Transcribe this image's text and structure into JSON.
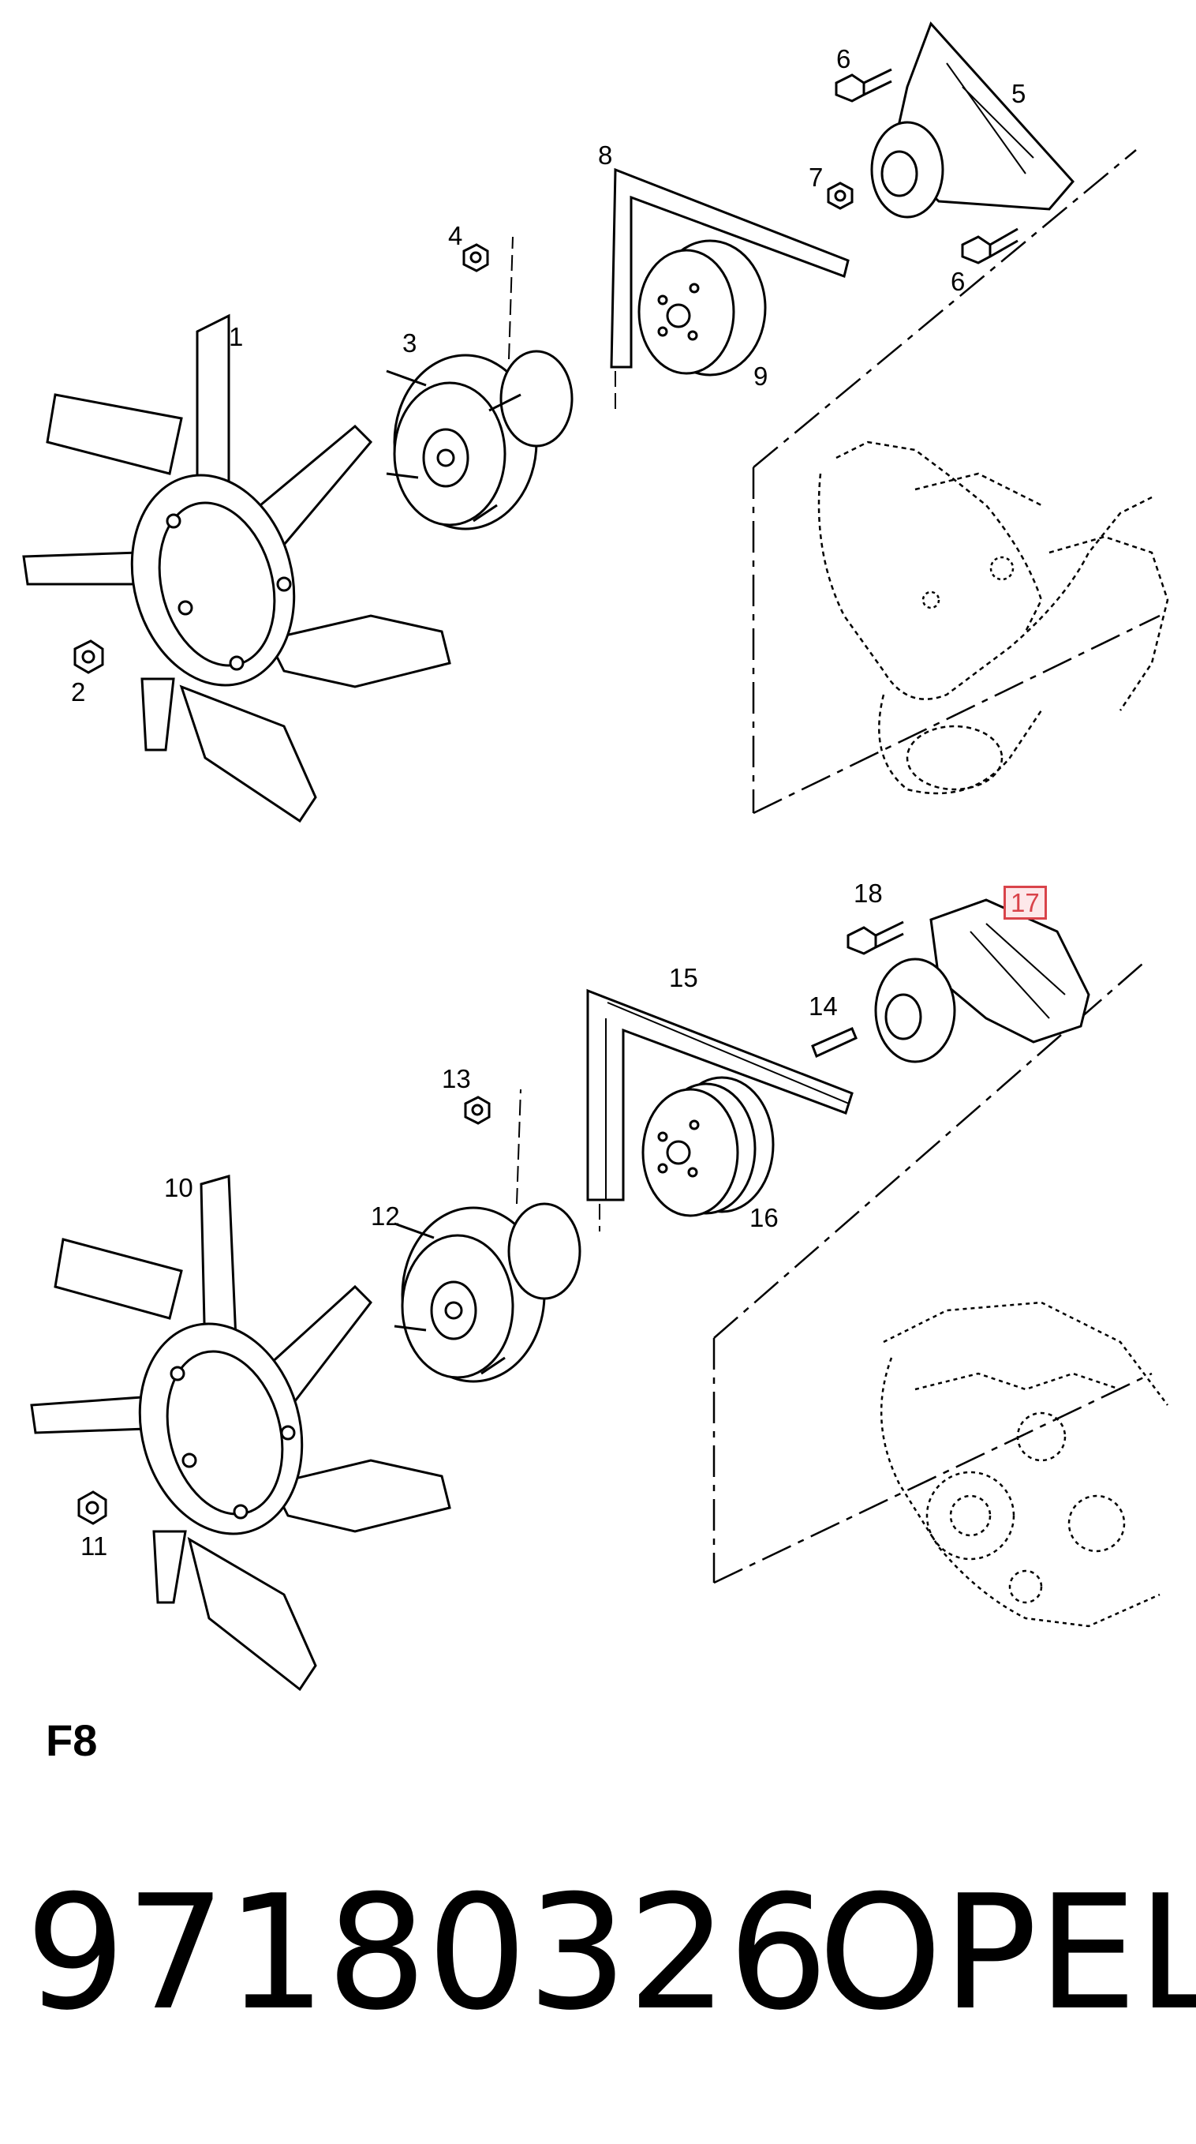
{
  "figure_code": "F8",
  "part_number": "97180326",
  "brand": "OPEL",
  "highlighted_callout": "17",
  "colors": {
    "line": "#000000",
    "highlight": "#d9434a",
    "highlight_fill": "#fde8ea"
  },
  "callouts": {
    "c1": "1",
    "c2": "2",
    "c3": "3",
    "c4": "4",
    "c5": "5",
    "c6a": "6",
    "c6b": "6",
    "c7": "7",
    "c8": "8",
    "c9": "9",
    "c10": "10",
    "c11": "11",
    "c12": "12",
    "c13": "13",
    "c14": "14",
    "c15": "15",
    "c16": "16",
    "c17": "17",
    "c18": "18"
  }
}
